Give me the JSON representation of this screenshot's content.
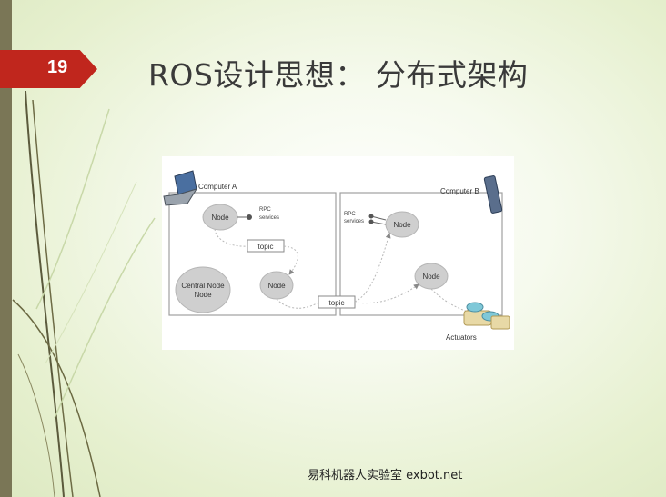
{
  "slide": {
    "number": "19",
    "title": "ROS设计思想： 分布式架构"
  },
  "diagram": {
    "computer_a": {
      "label": "Computer A"
    },
    "computer_b": {
      "label": "Computer B"
    },
    "nodes": {
      "a_top": "Node",
      "central_line1": "Central Node",
      "central_line2": "Node",
      "a_mid": "Node",
      "b_top": "Node",
      "b_mid": "Node"
    },
    "rpc_a": {
      "line1": "RPC",
      "line2": "services"
    },
    "rpc_b": {
      "line1": "RPC",
      "line2": "services"
    },
    "topic_a": "topic",
    "topic_mid": "topic",
    "actuators": "Actuators"
  },
  "footer": {
    "text": "易科机器人实验室 exbot.net"
  },
  "colors": {
    "badge": "#c0261d",
    "left_bar": "#7a7656",
    "node_fill": "#cfcfcf",
    "accent_green": "#7a8a3a"
  }
}
